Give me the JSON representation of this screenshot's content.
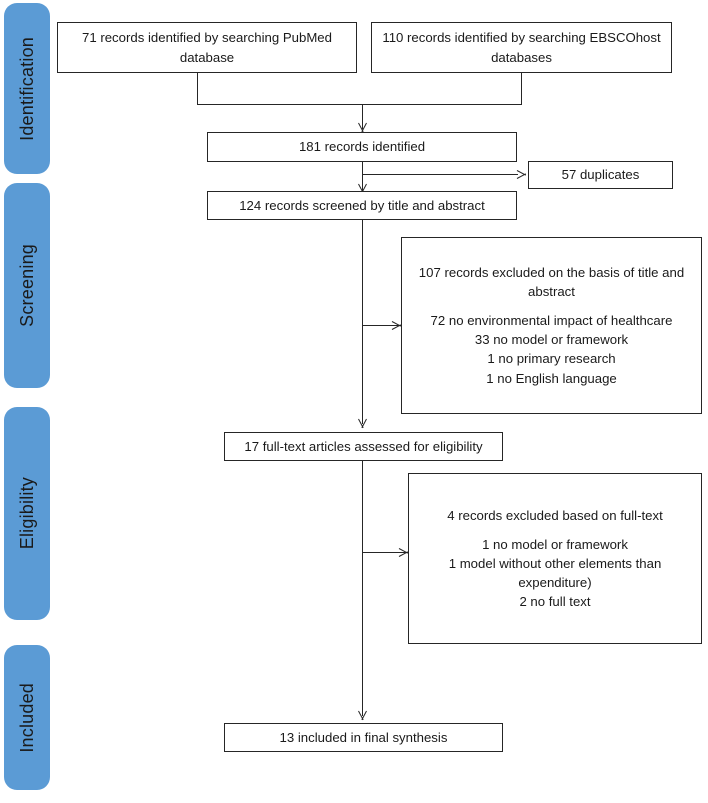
{
  "diagram": {
    "type": "prisma-flow-diagram",
    "title": "PRISMA study selection flow diagram",
    "accent_color": "#5B9BD5",
    "line_color": "#262626",
    "box_fill": "#FFFFFF",
    "background": "#FFFFFF"
  },
  "stages": [
    {
      "name": "identification",
      "label": "Identification"
    },
    {
      "name": "screening",
      "label": "Screening"
    },
    {
      "name": "eligibility",
      "label": "Eligibility"
    },
    {
      "name": "included",
      "label": "Included"
    }
  ],
  "boxes": {
    "pubmed": {
      "line1": "71 records identified by searching PubMed",
      "line2": "database",
      "count": 71,
      "source": "PubMed"
    },
    "ebscohost": {
      "line1": "110 records identified by searching EBSCOhost",
      "line2": "databases",
      "count": 110,
      "source": "EBSCOhost"
    },
    "records_identified": {
      "label": "181 records identified",
      "count": 181
    },
    "duplicates": {
      "label": "57 duplicates",
      "count": 57
    },
    "screened": {
      "label": "124 records screened by title and abstract",
      "count": 124
    },
    "excluded_title_abstract": {
      "heading_line1": "107 records excluded on the basis of title and",
      "heading_line2": "abstract",
      "count": 107,
      "reasons": [
        "72 no environmental impact of healthcare",
        "33 no model or framework",
        "1 no primary research",
        "1 no English language"
      ]
    },
    "full_text_assessed": {
      "label": "17 full-text articles assessed for eligibility",
      "count": 17
    },
    "excluded_full_text": {
      "heading": "4 records excluded based on full-text",
      "count": 4,
      "reasons": [
        "1 no model or framework",
        "1 model without other elements than",
        "expenditure)",
        "2 no full text"
      ]
    },
    "included_final": {
      "label": "13 included in final synthesis",
      "count": 13
    }
  }
}
